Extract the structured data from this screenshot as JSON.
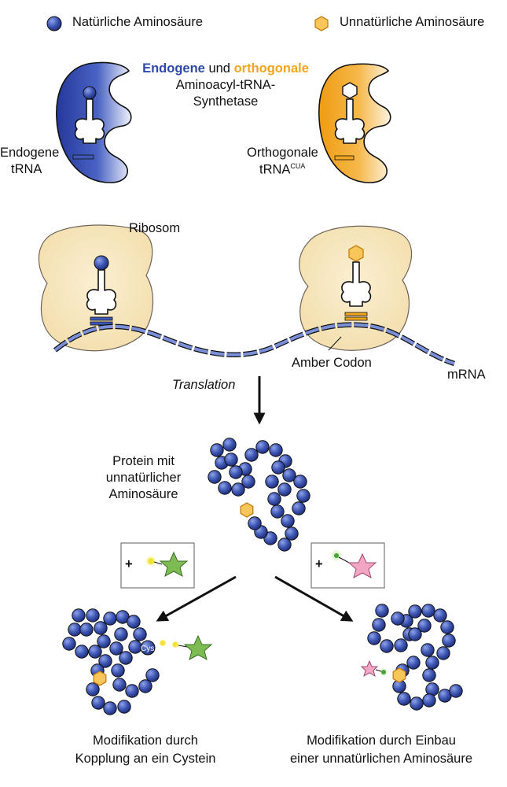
{
  "legend": {
    "natural": "Natürliche Aminosäure",
    "unnatural": "Unnatürliche Aminosäure"
  },
  "synthetase": {
    "endogene_word": "Endogene",
    "und_word": "und",
    "orthogonale_word": "orthogonale",
    "line2": "Aminoacyl-tRNA-",
    "line3": "Synthetase"
  },
  "trna_labels": {
    "endogene_line1": "Endogene",
    "endogene_line2": "tRNA",
    "ortho_line1": "Orthogonale",
    "ortho_line2": "tRNA",
    "ortho_superscript": "CUA"
  },
  "translation_labels": {
    "ribosom": "Ribosom",
    "amber_codon": "Amber Codon",
    "mrna": "mRNA",
    "translation": "Translation"
  },
  "protein_label": {
    "line1": "Protein mit",
    "line2": "unnatürlicher",
    "line3": "Aminosäure"
  },
  "reagent_boxes": {
    "plus_left": "+",
    "plus_right": "+"
  },
  "cys_label": "Cys",
  "bottom_labels": {
    "left_line1": "Modifikation durch",
    "left_line2": "Kopplung an ein Cystein",
    "right_line1": "Modifikation durch Einbau",
    "right_line2": "einer unnatürlichen Aminosäure"
  },
  "colors": {
    "natural_bead": "#3f58b5",
    "natural_bead_dark": "#1e2e7a",
    "endogene_text": "#2f4aa6",
    "orthogonal": "#f2a51e",
    "ribosome_fill": "#f7e6bd",
    "hexagon_fill": "#f8c65a",
    "green_star": "#7cbc52",
    "pink_star": "#f2a6c4",
    "yellow_linker": "#f4e23c"
  }
}
